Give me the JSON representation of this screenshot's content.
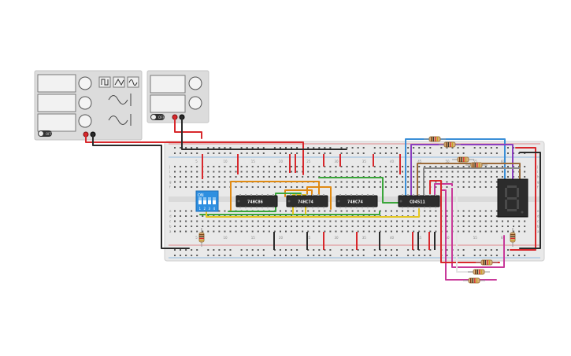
{
  "function_generator": {
    "waveforms": [
      "square-wave-icon",
      "triangle-wave-icon",
      "sine-wave-icon"
    ],
    "power_label": "OFF"
  },
  "power_supply": {
    "power_label": "OFF"
  },
  "dip_switch": {
    "label": "ON",
    "positions": [
      "1",
      "2",
      "3",
      "4"
    ]
  },
  "chips": [
    {
      "id": "u1",
      "label": "74HC86"
    },
    {
      "id": "u2",
      "label": "74HC74"
    },
    {
      "id": "u3",
      "label": "74HC74"
    },
    {
      "id": "u4",
      "label": "CD4511"
    }
  ],
  "breadboard": {
    "row_letters": [
      "j",
      "i",
      "h",
      "g",
      "f",
      "e",
      "d",
      "c",
      "b",
      "a"
    ],
    "column_numbers": [
      "5",
      "10",
      "15",
      "20",
      "25",
      "30",
      "35",
      "40",
      "45",
      "50",
      "55",
      "60"
    ]
  },
  "seven_segment": {
    "digit": "8"
  },
  "colors": {
    "red": "#d8282c",
    "black": "#2b2b2b",
    "orange": "#e08a12",
    "green": "#3aa63a",
    "yellow": "#e3c623",
    "blue": "#3a8fd8",
    "purple": "#8b3fbf",
    "magenta": "#c83a9a",
    "brown": "#9a6a3a",
    "gray": "#8a8a8a"
  }
}
